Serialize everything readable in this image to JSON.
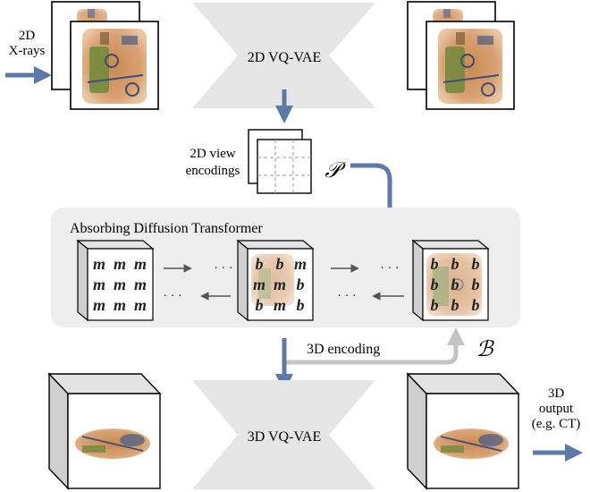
{
  "labels": {
    "input_2d": [
      "2D",
      "X-rays"
    ],
    "vqvae_2d": "2D VQ-VAE",
    "view_encodings": [
      "2D view",
      "encodings"
    ],
    "symbol_p": "𝒫",
    "adt_title": "Absorbing Diffusion Transformer",
    "encoding_3d": "3D encoding",
    "symbol_b": "ℬ",
    "vqvae_3d": "3D VQ-VAE",
    "output_3d": [
      "3D",
      "output",
      "(e.g. CT)"
    ],
    "dots": "· · ·"
  },
  "token_grids": {
    "masked": [
      [
        "m",
        "m",
        "m"
      ],
      [
        "m",
        "m",
        "m"
      ],
      [
        "m",
        "m",
        "m"
      ]
    ],
    "partial": [
      [
        "b",
        "b",
        "m"
      ],
      [
        "m",
        "m",
        "b"
      ],
      [
        "b",
        "m",
        "b"
      ]
    ],
    "complete": [
      [
        "b",
        "b",
        "b"
      ],
      [
        "b",
        "b",
        "b"
      ],
      [
        "b",
        "b",
        "b"
      ]
    ]
  },
  "colors": {
    "arrow_blue": "#5b7aa8",
    "arrow_grey": "#c4c4c4",
    "panel_bg": "#eeeeee",
    "hourglass": "#e6e6e6",
    "cube_side": "#cfcfcf",
    "cube_top": "#e3e3e3"
  }
}
